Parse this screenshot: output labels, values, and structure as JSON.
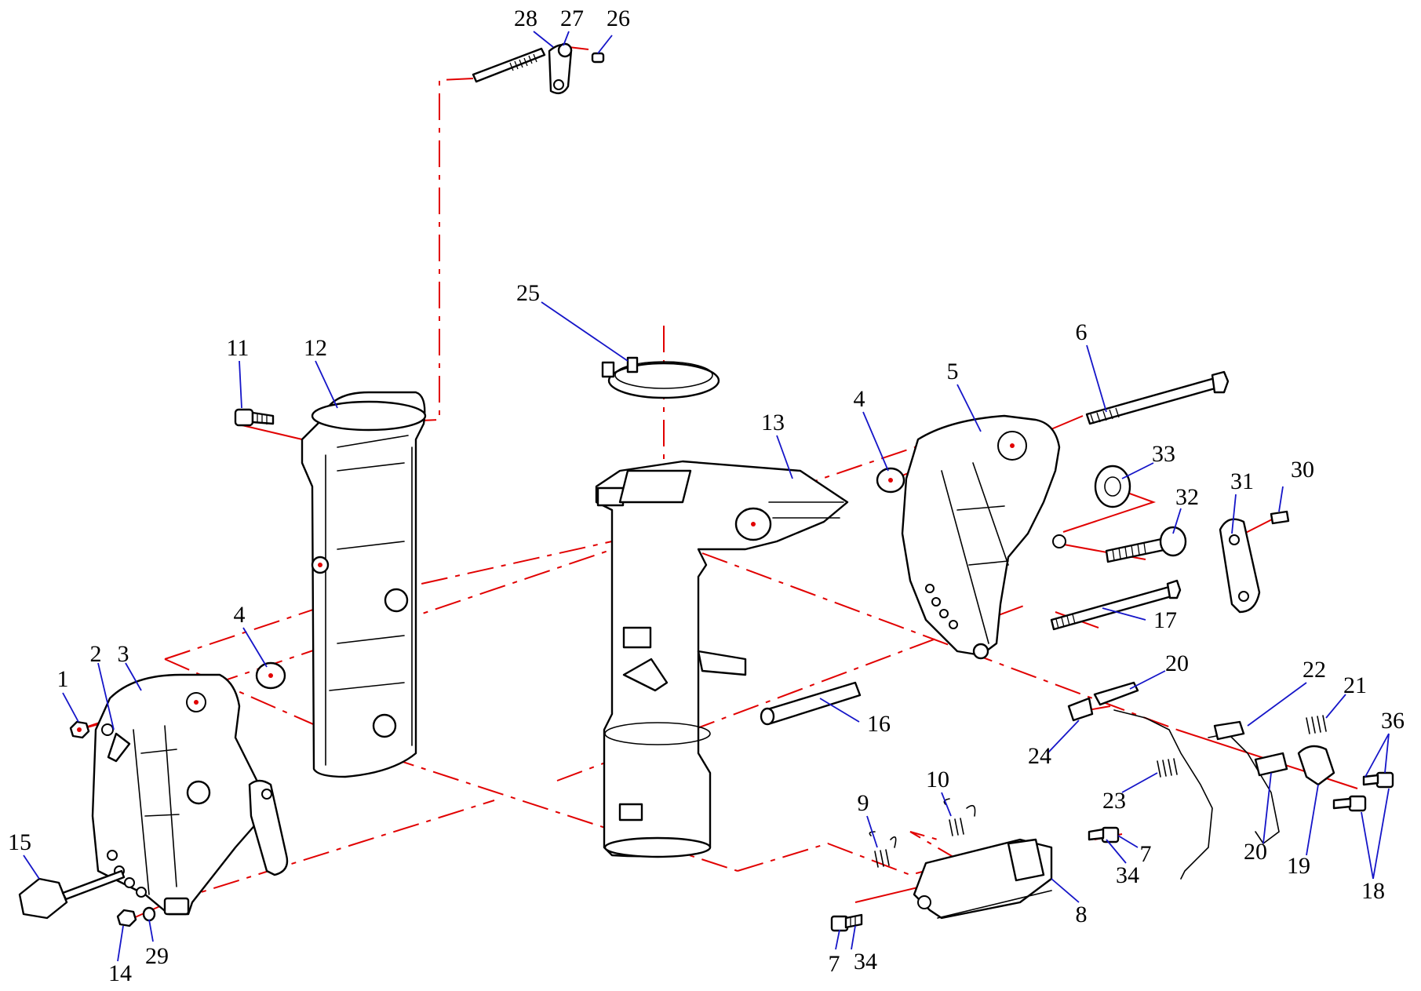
{
  "diagram": {
    "type": "exploded-parts-diagram",
    "line_colors": {
      "assembly_axis": "#e10000",
      "leader": "#1515c8",
      "outline": "#000000"
    },
    "callouts": [
      {
        "id": "c1",
        "text": "1"
      },
      {
        "id": "c2",
        "text": "2"
      },
      {
        "id": "c3",
        "text": "3"
      },
      {
        "id": "c4a",
        "text": "4"
      },
      {
        "id": "c4b",
        "text": "4"
      },
      {
        "id": "c5",
        "text": "5"
      },
      {
        "id": "c6",
        "text": "6"
      },
      {
        "id": "c7a",
        "text": "7"
      },
      {
        "id": "c7b",
        "text": "7"
      },
      {
        "id": "c8",
        "text": "8"
      },
      {
        "id": "c9",
        "text": "9"
      },
      {
        "id": "c10",
        "text": "10"
      },
      {
        "id": "c11",
        "text": "11"
      },
      {
        "id": "c12",
        "text": "12"
      },
      {
        "id": "c13",
        "text": "13"
      },
      {
        "id": "c14",
        "text": "14"
      },
      {
        "id": "c15",
        "text": "15"
      },
      {
        "id": "c16",
        "text": "16"
      },
      {
        "id": "c17",
        "text": "17"
      },
      {
        "id": "c18",
        "text": "18"
      },
      {
        "id": "c19",
        "text": "19"
      },
      {
        "id": "c20a",
        "text": "20"
      },
      {
        "id": "c20b",
        "text": "20"
      },
      {
        "id": "c21",
        "text": "21"
      },
      {
        "id": "c22",
        "text": "22"
      },
      {
        "id": "c23",
        "text": "23"
      },
      {
        "id": "c24",
        "text": "24"
      },
      {
        "id": "c25",
        "text": "25"
      },
      {
        "id": "c26",
        "text": "26"
      },
      {
        "id": "c27",
        "text": "27"
      },
      {
        "id": "c28",
        "text": "28"
      },
      {
        "id": "c29",
        "text": "29"
      },
      {
        "id": "c30",
        "text": "30"
      },
      {
        "id": "c31",
        "text": "31"
      },
      {
        "id": "c32",
        "text": "32"
      },
      {
        "id": "c33",
        "text": "33"
      },
      {
        "id": "c34a",
        "text": "34"
      },
      {
        "id": "c34b",
        "text": "34"
      },
      {
        "id": "c36",
        "text": "36"
      }
    ]
  }
}
